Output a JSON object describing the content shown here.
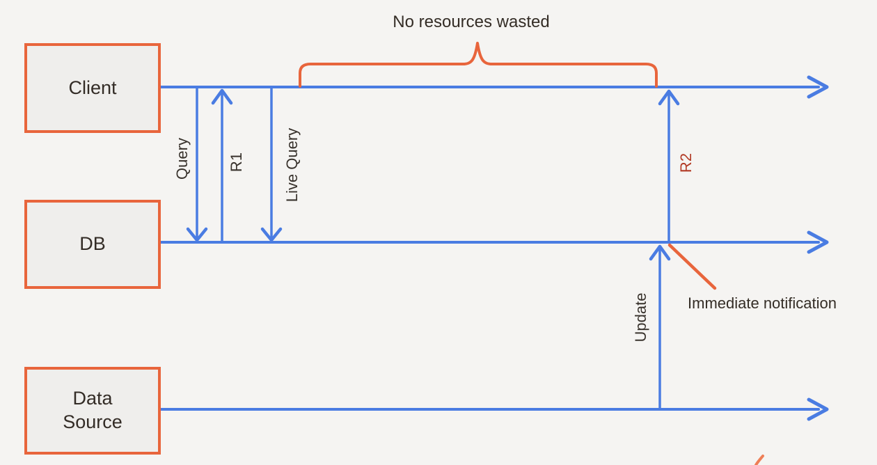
{
  "diagram": {
    "boxes": [
      {
        "label": "Client"
      },
      {
        "label": "DB"
      },
      {
        "label": "Data\nSource"
      }
    ],
    "arrow_labels": {
      "query": "Query",
      "r1": "R1",
      "live_query": "Live Query",
      "r2": "R2",
      "update": "Update"
    },
    "annotations": {
      "brace": "No resources wasted",
      "notification": "Immediate notification"
    },
    "colors": {
      "orange": "#E8653C",
      "blue": "#4A7CE2",
      "red_label": "#B23B26",
      "text": "#342D26",
      "box_fill": "#EFEEEC",
      "background": "#F5F4F2"
    }
  }
}
